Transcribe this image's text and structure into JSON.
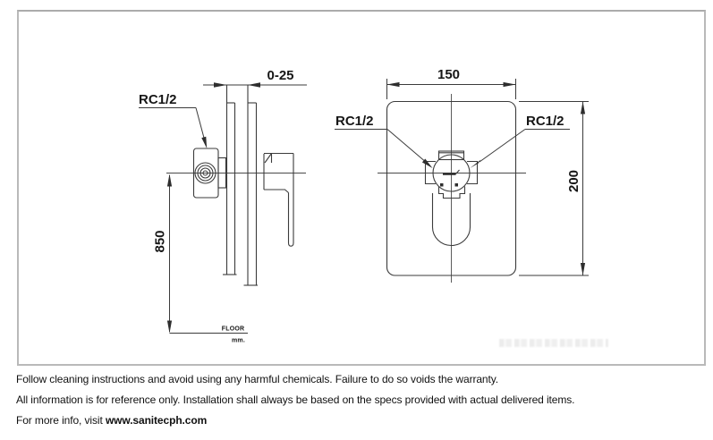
{
  "diagram": {
    "side_view": {
      "connection_label": "RC1/2",
      "depth_range": "0-25",
      "height_from_floor": "850",
      "floor_label": "FLOOR",
      "floor_unit": "mm."
    },
    "front_view": {
      "width_dimension": "150",
      "height_dimension": "200",
      "left_connection": "RC1/2",
      "right_connection": "RC1/2"
    }
  },
  "footer": {
    "line1": "Follow cleaning instructions and avoid using any harmful chemicals. Failure to do so voids the warranty.",
    "line2": "All information is for reference only. Installation shall always be based on the specs provided with actual delivered items.",
    "line3_prefix": "For more info, visit ",
    "website": "www.sanitecph.com"
  },
  "colors": {
    "line": "#3b3b3b",
    "border": "#b9b9b9",
    "text": "#111111"
  }
}
